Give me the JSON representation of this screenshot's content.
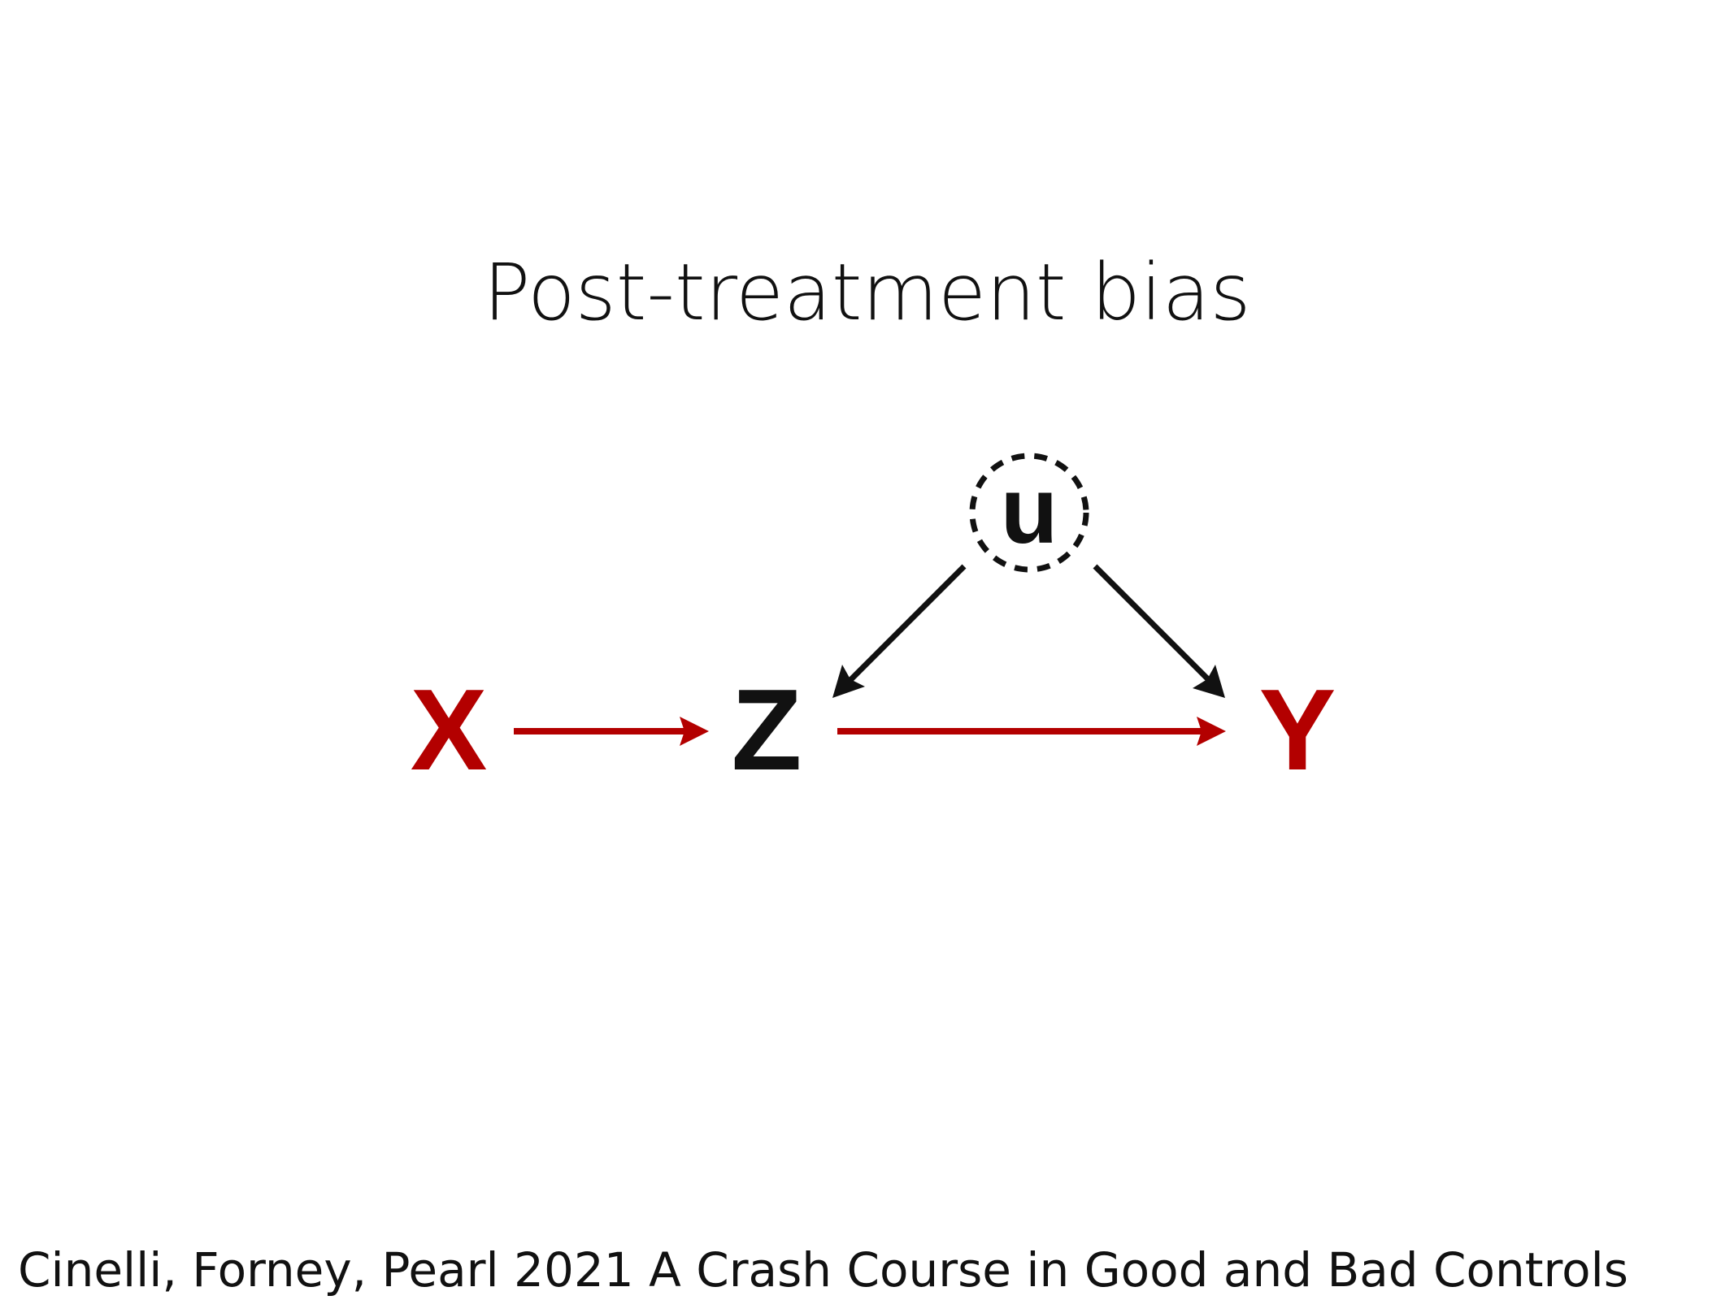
{
  "slide": {
    "title": "Post-treatment bias",
    "citation": "Cinelli, Forney, Pearl 2021 A Crash Course in Good and Bad Controls"
  },
  "diagram": {
    "nodes": {
      "x": {
        "label": "X",
        "color": "#b30000"
      },
      "z": {
        "label": "Z",
        "color": "#111111"
      },
      "y": {
        "label": "Y",
        "color": "#b30000"
      },
      "u": {
        "label": "u",
        "color": "#111111",
        "style": "dashed-circle"
      }
    },
    "edges": [
      {
        "from": "X",
        "to": "Z",
        "color": "#b30000"
      },
      {
        "from": "Z",
        "to": "Y",
        "color": "#b30000"
      },
      {
        "from": "u",
        "to": "Z",
        "color": "#111111"
      },
      {
        "from": "u",
        "to": "Y",
        "color": "#111111"
      }
    ]
  }
}
